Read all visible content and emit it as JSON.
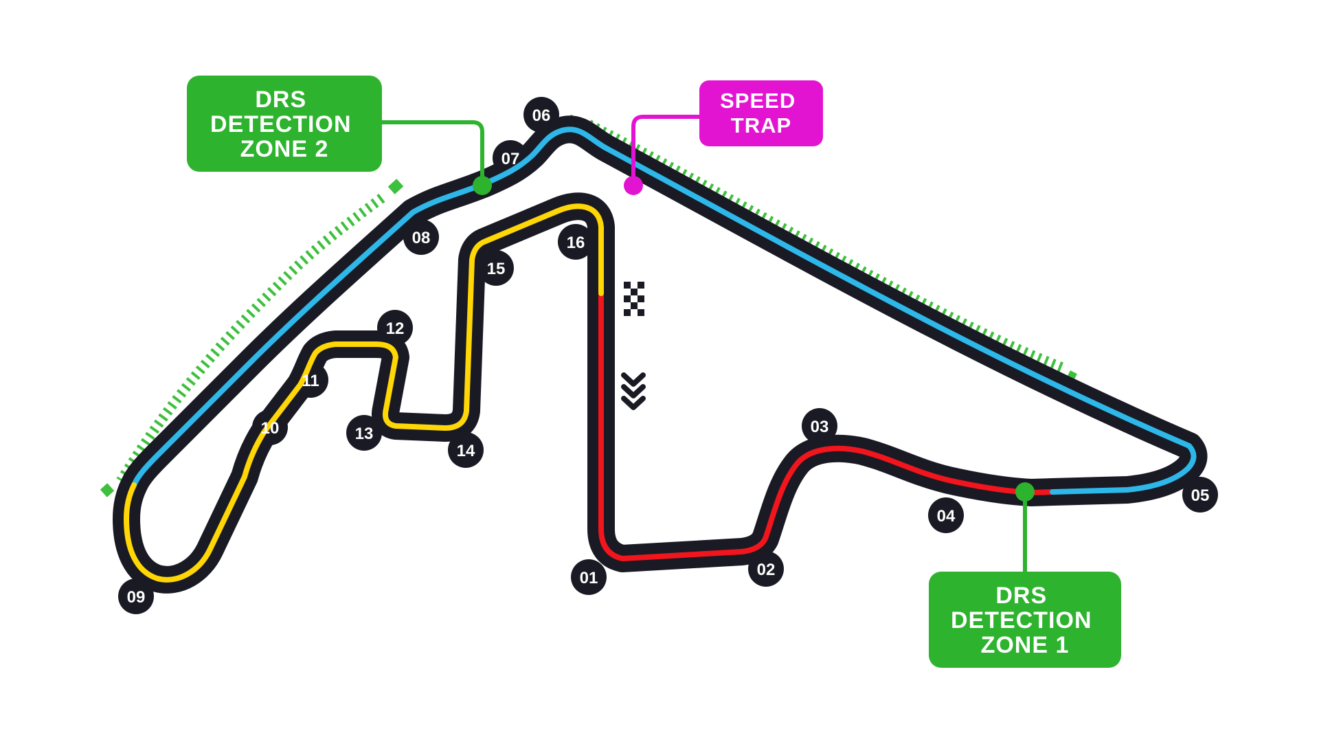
{
  "palette": {
    "background": "#ffffff",
    "track": "#1A1A24",
    "sector1_red": "#F1151D",
    "sector2_cyan": "#2EB8EA",
    "sector3_yellow": "#FFD606",
    "drs_green": "#2DB32D",
    "drs_hatch_green": "#3DC03D",
    "speed_trap_magenta": "#E313D2",
    "label_text": "#ffffff"
  },
  "labels": {
    "drs_detection_zone_2": {
      "line1": "DRS",
      "line2": "DETECTION",
      "line3": "ZONE 2"
    },
    "speed_trap": {
      "line1": "SPEED",
      "line2": "TRAP"
    },
    "drs_detection_zone_1": {
      "line1": "DRS",
      "line2": "DETECTION",
      "line3": "ZONE 1"
    }
  },
  "turns": [
    {
      "label": "01"
    },
    {
      "label": "02"
    },
    {
      "label": "03"
    },
    {
      "label": "04"
    },
    {
      "label": "05"
    },
    {
      "label": "06"
    },
    {
      "label": "07"
    },
    {
      "label": "08"
    },
    {
      "label": "09"
    },
    {
      "label": "10"
    },
    {
      "label": "11"
    },
    {
      "label": "12"
    },
    {
      "label": "13"
    },
    {
      "label": "14"
    },
    {
      "label": "15"
    },
    {
      "label": "16"
    }
  ],
  "icons": {
    "start_finish": "checkered-flag",
    "race_direction": "triple-chevron-down",
    "drs_zone_marking": "green-hatch-ticks",
    "drs_detection_point": "green-dot",
    "speed_trap_point": "magenta-dot"
  }
}
